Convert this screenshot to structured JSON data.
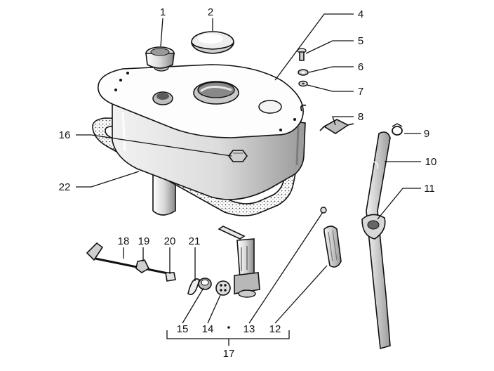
{
  "diagram": {
    "labels": {
      "p1": "1",
      "p2": "2",
      "p4": "4",
      "p5": "5",
      "p6": "6",
      "p7": "7",
      "p8": "8",
      "p9": "9",
      "p10": "10",
      "p11": "11",
      "p12": "12",
      "p13": "13",
      "p14": "14",
      "p15": "15",
      "p16": "16",
      "p17": "17",
      "p18": "18",
      "p19": "19",
      "p20": "20",
      "p21": "21",
      "p22": "22"
    }
  }
}
